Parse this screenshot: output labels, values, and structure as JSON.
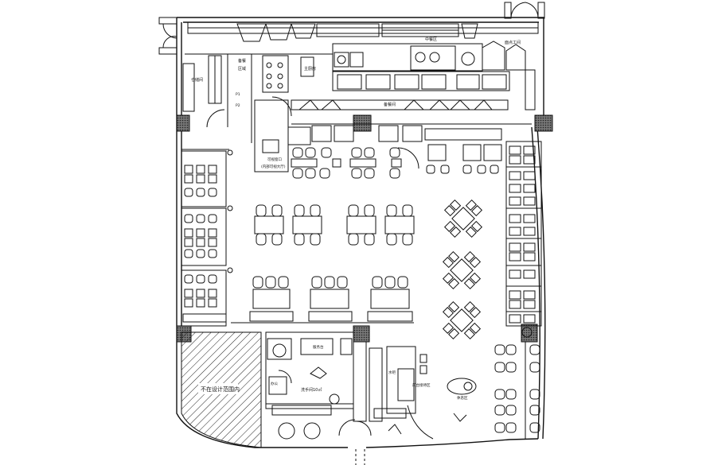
{
  "labels": {
    "kitchen_top_a": "中餐区",
    "kitchen_top_b": "面点工间",
    "prep_area_a": "备餐",
    "prep_area_b": "区域",
    "main_kitchen": "主厨房",
    "storage": "仓储间",
    "station_1": "P1",
    "station_2": "P2",
    "counter": "备餐间",
    "pass_window": "可视窗口",
    "pass_window_note": "(内部可视大厅)",
    "not_in_scope": "不在设计范围内",
    "office": "办公",
    "restroom": "洗手间10㎡",
    "service_counter": "服务台",
    "water_bar": "水吧",
    "reception": "前台接待区",
    "lounge": "休息区"
  },
  "colors": {
    "line": "#111111",
    "column_fill": "#555555",
    "hatch": "#222222"
  }
}
